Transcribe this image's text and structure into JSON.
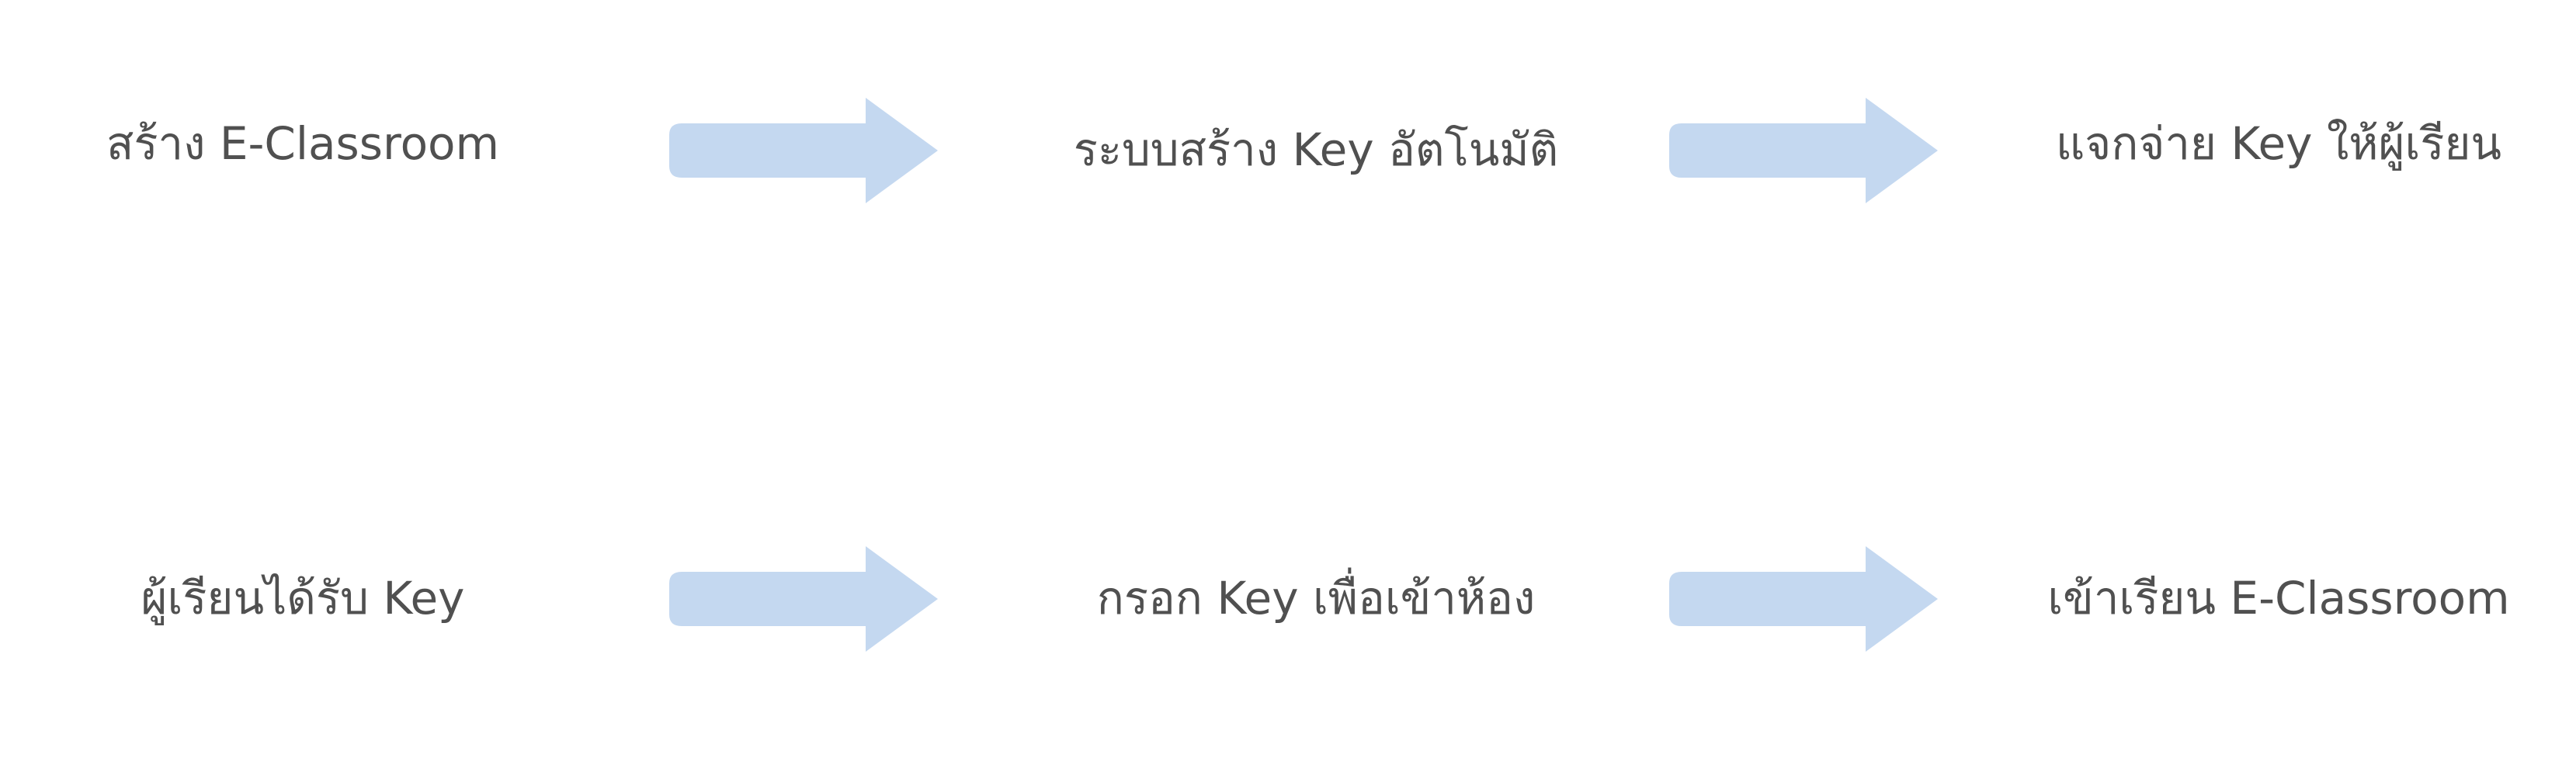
{
  "diagram": {
    "arrow_color": "#C4D8F0",
    "text_color": "#505050",
    "rows": [
      {
        "steps": [
          {
            "label": "สร้าง E-Classroom"
          },
          {
            "label": "ระบบสร้าง Key อัตโนมัติ"
          },
          {
            "label": "แจกจ่าย Key ให้ผู้เรียน"
          }
        ]
      },
      {
        "steps": [
          {
            "label": "ผู้เรียนได้รับ Key"
          },
          {
            "label": "กรอก Key เพื่อเข้าห้อง"
          },
          {
            "label": "เข้าเรียน E-Classroom"
          }
        ]
      }
    ]
  }
}
